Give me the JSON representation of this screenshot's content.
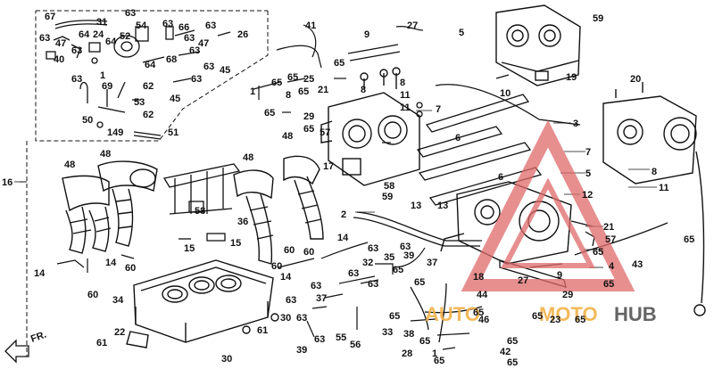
{
  "labels": {
    "l67": "67",
    "l31": "31",
    "l63": "63",
    "l47": "47",
    "l64": "64",
    "l24": "24",
    "l40": "40",
    "l52": "52",
    "l54": "54",
    "l66": "66",
    "l26": "26",
    "l68": "68",
    "l45": "45",
    "l1": "1",
    "l69": "69",
    "l62": "62",
    "l53": "53",
    "l50": "50",
    "l149": "149",
    "l51": "51",
    "l16": "16",
    "l41": "41",
    "l65": "65",
    "l9": "9",
    "l27": "27",
    "l5": "5",
    "l59": "59",
    "l19": "19",
    "l8": "8",
    "l25": "25",
    "l21": "21",
    "l11": "11",
    "l10": "10",
    "l7": "7",
    "l3": "3",
    "l6": "6",
    "l57": "57",
    "l29": "29",
    "l17": "17",
    "l48": "48",
    "l58": "58",
    "l12": "12",
    "l13": "13",
    "l2": "2",
    "l15": "15",
    "l36": "36",
    "l60": "60",
    "l14": "14",
    "l34": "34",
    "l32": "32",
    "l35": "35",
    "l39": "39",
    "l37": "37",
    "l33": "33",
    "l38": "38",
    "l28": "28",
    "l55": "55",
    "l56": "56",
    "l30": "30",
    "l22": "22",
    "l61": "61",
    "l18": "18",
    "l44": "44",
    "l46": "46",
    "l23": "23",
    "l4": "4",
    "l42": "42",
    "l43": "43",
    "l20": "20"
  },
  "fr_label": "FR.",
  "watermark": {
    "left": "AUTO",
    "mid": "MOTO",
    "right": "HUB"
  },
  "colors": {
    "line": "#111111",
    "watermark_red": "#e06a6a",
    "watermark_orange": "#f2b24a",
    "watermark_gray": "#555555"
  }
}
